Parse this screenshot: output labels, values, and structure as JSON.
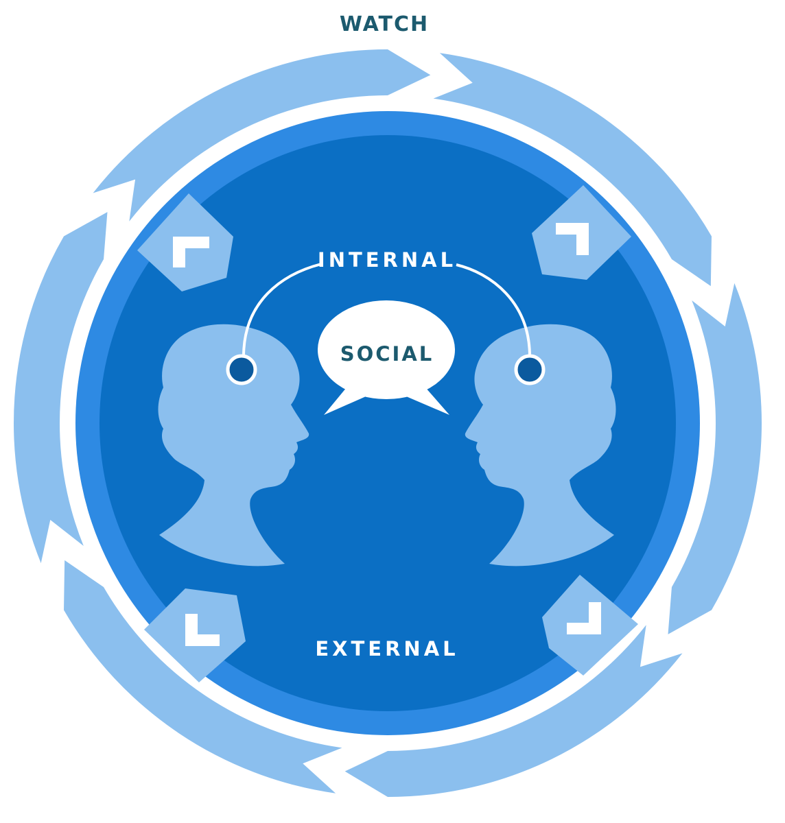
{
  "labels": {
    "top": "WATCH",
    "internal": "INTERNAL",
    "social": "SOCIAL",
    "external": "EXTERNAL"
  },
  "colors": {
    "background": "#ffffff",
    "arrow_ring": "#8bbfee",
    "outer_band": "#2e8ae3",
    "inner_disc": "#0b6fc4",
    "silhouette": "#8bbfee",
    "tag_fill": "#8bbfee",
    "tag_mark": "#ffffff",
    "title_text": "#1c5a6e",
    "inner_text": "#ffffff",
    "bubble_fill": "#ffffff",
    "bubble_text": "#1c5a6e",
    "eye_dot": "#0b5a9e"
  },
  "icons": [
    "cycle-arrow-icon",
    "head-silhouette-icon",
    "speech-bubble-icon",
    "corner-tag-icon"
  ]
}
